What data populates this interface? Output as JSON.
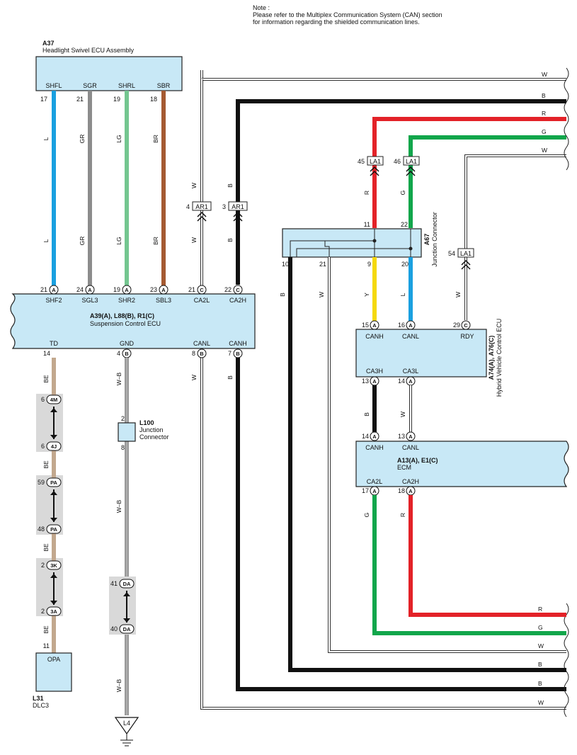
{
  "note": {
    "heading": "Note :",
    "line1": "Please refer to the Multiplex Communication System (CAN) section",
    "line2": "for information regarding the shielded communication lines."
  },
  "wire_colors": {
    "L": "L",
    "GR": "GR",
    "LG": "LG",
    "BR": "BR",
    "W": "W",
    "B": "B",
    "R": "R",
    "G": "G",
    "Y": "Y",
    "BE": "BE",
    "WB": "W–B"
  },
  "colors": {
    "L": "#1aa0e0",
    "GR": "#8c8c8c",
    "LG": "#74c690",
    "BR": "#a55a32",
    "R": "#e32228",
    "G": "#11a64b",
    "Y": "#f5d90a",
    "B": "#111111",
    "BE": "#c2a88e",
    "W": "#ffffff",
    "component_fill": "#c8e8f6"
  },
  "a37": {
    "code": "A37",
    "name": "Headlight Swivel ECU Assembly",
    "pins": [
      {
        "name": "SHFL",
        "num": "17"
      },
      {
        "name": "SGR",
        "num": "21"
      },
      {
        "name": "SHRL",
        "num": "19"
      },
      {
        "name": "SBR",
        "num": "18"
      }
    ]
  },
  "a39": {
    "code": "A39(A), L88(B), R1(C)",
    "name": "Suspension Control ECU",
    "top_pins": [
      {
        "num": "21",
        "conn": "A",
        "name": "SHF2"
      },
      {
        "num": "24",
        "conn": "A",
        "name": "SGL3"
      },
      {
        "num": "19",
        "conn": "A",
        "name": "SHR2"
      },
      {
        "num": "23",
        "conn": "A",
        "name": "SBL3"
      },
      {
        "num": "21",
        "conn": "C",
        "name": "CA2L"
      },
      {
        "num": "22",
        "conn": "C",
        "name": "CA2H"
      }
    ],
    "bottom_pins": [
      {
        "num": "14",
        "conn": "",
        "name": "TD"
      },
      {
        "num": "4",
        "conn": "B",
        "name": "GND"
      },
      {
        "num": "8",
        "conn": "B",
        "name": "CANL"
      },
      {
        "num": "7",
        "conn": "B",
        "name": "CANH"
      }
    ]
  },
  "connectors": {
    "ar1_4": {
      "name": "AR1",
      "pin": "4"
    },
    "ar1_3": {
      "name": "AR1",
      "pin": "3"
    },
    "la1_45": {
      "name": "LA1",
      "pin": "45"
    },
    "la1_46": {
      "name": "LA1",
      "pin": "46"
    },
    "la1_54": {
      "name": "LA1",
      "pin": "54"
    }
  },
  "a67": {
    "code": "A67",
    "name": "Junction Connector",
    "pins": [
      "11",
      "22",
      "10",
      "21",
      "9",
      "20"
    ]
  },
  "a74": {
    "code": "A74(A), A76(C)",
    "name": "Hybrid Vehicle Control ECU",
    "pins": [
      {
        "num": "15",
        "conn": "A",
        "name": "CANH"
      },
      {
        "num": "16",
        "conn": "A",
        "name": "CANL"
      },
      {
        "num": "29",
        "conn": "C",
        "name": "RDY"
      },
      {
        "num": "13",
        "conn": "A",
        "name": "CA3H"
      },
      {
        "num": "14",
        "conn": "A",
        "name": "CA3L"
      }
    ]
  },
  "a13": {
    "code": "A13(A), E1(C)",
    "name": "ECM",
    "pins": [
      {
        "num": "14",
        "conn": "A",
        "name": "CANH"
      },
      {
        "num": "13",
        "conn": "A",
        "name": "CANL"
      },
      {
        "num": "17",
        "conn": "A",
        "name": "CA2L"
      },
      {
        "num": "18",
        "conn": "A",
        "name": "CA2H"
      }
    ]
  },
  "inline_connectors": [
    {
      "top_pin": "6",
      "top_name": "4M",
      "bottom_pin": "6",
      "bottom_name": "4J"
    },
    {
      "top_pin": "59",
      "top_name": "PA",
      "bottom_pin": "48",
      "bottom_name": "PA"
    },
    {
      "top_pin": "2",
      "top_name": "3K",
      "bottom_pin": "2",
      "bottom_name": "3A"
    },
    {
      "top_pin": "41",
      "top_name": "DA",
      "bottom_pin": "40",
      "bottom_name": "DA"
    }
  ],
  "l31": {
    "code": "L31",
    "name": "DLC3",
    "pin": "11",
    "terminal": "OPA"
  },
  "l100": {
    "code": "L100",
    "name_line1": "Junction",
    "name_line2": "Connector",
    "pins": [
      "2",
      "8"
    ]
  },
  "ground": {
    "name": "L4"
  }
}
